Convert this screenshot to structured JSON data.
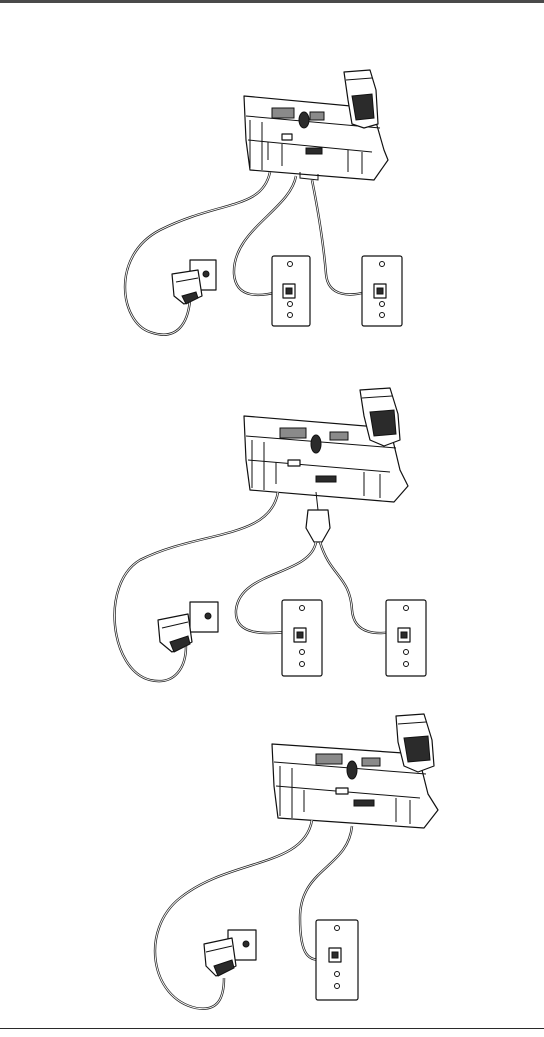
{
  "document": {
    "page_rules": [
      "top-rule",
      "bottom-rule"
    ],
    "figures": [
      {
        "id": "fig-1",
        "items": [
          "base-station",
          "handset-in-charger",
          "power-adapter",
          "power-outlet",
          "telephone-wall-jack",
          "telephone-wall-jack"
        ]
      },
      {
        "id": "fig-2",
        "items": [
          "base-station",
          "handset-in-charger",
          "power-adapter",
          "power-outlet",
          "line-splitter",
          "telephone-wall-jack",
          "telephone-wall-jack"
        ]
      },
      {
        "id": "fig-3",
        "items": [
          "base-station",
          "handset-in-charger",
          "power-adapter",
          "power-outlet",
          "telephone-wall-jack"
        ]
      }
    ]
  }
}
